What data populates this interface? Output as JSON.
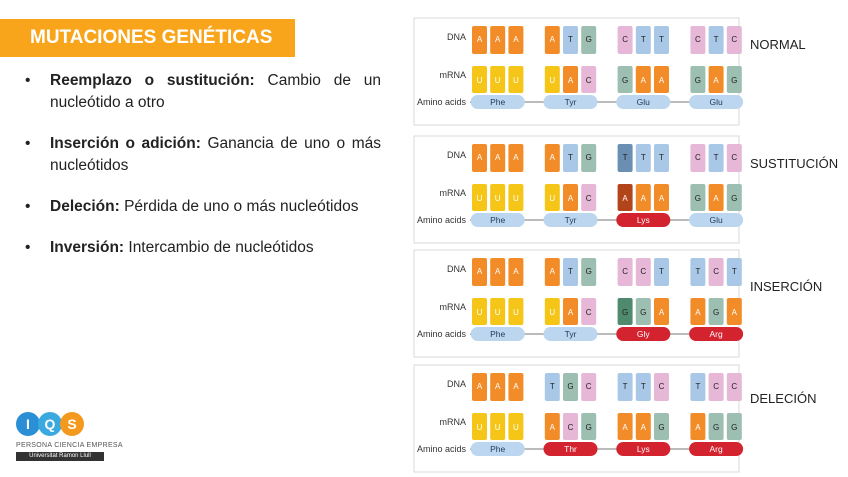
{
  "title": "MUTACIONES GENÉTICAS",
  "bullets": [
    {
      "term": "Reemplazo o sustitución:",
      "text": " Cambio de un nucleótido a otro"
    },
    {
      "term": "Inserción o adición:",
      "text": " Ganancia de uno o más nucleótidos"
    },
    {
      "term": "Deleción:",
      "text": " Pérdida de uno o más nucleótidos"
    },
    {
      "term": "Inversión:",
      "text": " Intercambio de nucleótidos"
    }
  ],
  "bullet_symbol": "•",
  "logo": {
    "letters": [
      "I",
      "Q",
      "S"
    ],
    "tagline": "PERSONA CIENCIA EMPRESA",
    "sub": "Universitat Ramon Llull"
  },
  "figure": {
    "strand_labels": {
      "dna": "DNA",
      "mrna": "mRNA",
      "amino": "Amino acids"
    },
    "panels": [
      {
        "name": "NORMAL",
        "dna": [
          "A",
          "A",
          "A",
          "",
          "A",
          "T",
          "G",
          "",
          "C",
          "T",
          "T",
          "",
          "C",
          "T",
          "C"
        ],
        "mrna": [
          "U",
          "U",
          "U",
          "",
          "U",
          "A",
          "C",
          "",
          "G",
          "A",
          "A",
          "",
          "G",
          "A",
          "G"
        ],
        "amino": [
          "Phe",
          "Tyr",
          "Glu",
          "Glu"
        ],
        "mutant_codon": -1
      },
      {
        "name": "SUSTITUCIÓN",
        "dna": [
          "A",
          "A",
          "A",
          "",
          "A",
          "T",
          "G",
          "",
          "T",
          "T",
          "T",
          "",
          "C",
          "T",
          "C"
        ],
        "mrna": [
          "U",
          "U",
          "U",
          "",
          "U",
          "A",
          "C",
          "",
          "A",
          "A",
          "A",
          "",
          "G",
          "A",
          "G"
        ],
        "amino": [
          "Phe",
          "Tyr",
          "Lys",
          "Glu"
        ],
        "mutant_codon": 2
      },
      {
        "name": "INSERCIÓN",
        "dna": [
          "A",
          "A",
          "A",
          "",
          "A",
          "T",
          "G",
          "",
          "C",
          "C",
          "T",
          "",
          "T",
          "C",
          "T"
        ],
        "mrna": [
          "U",
          "U",
          "U",
          "",
          "U",
          "A",
          "C",
          "",
          "G",
          "G",
          "A",
          "",
          "A",
          "G",
          "A"
        ],
        "amino": [
          "Phe",
          "Tyr",
          "Gly",
          "Arg"
        ],
        "mutant_codon": 2
      },
      {
        "name": "DELECIÓN",
        "dna": [
          "A",
          "A",
          "A",
          "",
          "T",
          "G",
          "C",
          "",
          "T",
          "T",
          "C",
          "",
          "T",
          "C",
          "C"
        ],
        "mrna": [
          "U",
          "U",
          "U",
          "",
          "A",
          "C",
          "G",
          "",
          "A",
          "A",
          "G",
          "",
          "A",
          "G",
          "G"
        ],
        "amino": [
          "Phe",
          "Thr",
          "Lys",
          "Arg"
        ],
        "mutant_codon": 1
      }
    ],
    "colors": {
      "A": "#f28c28",
      "T": "#a9c8e8",
      "G": "#9cbfb2",
      "C": "#e7b7d8",
      "U": "#f5c518",
      "mutant": "#d3232f",
      "amino": "#bcd6ef"
    }
  }
}
